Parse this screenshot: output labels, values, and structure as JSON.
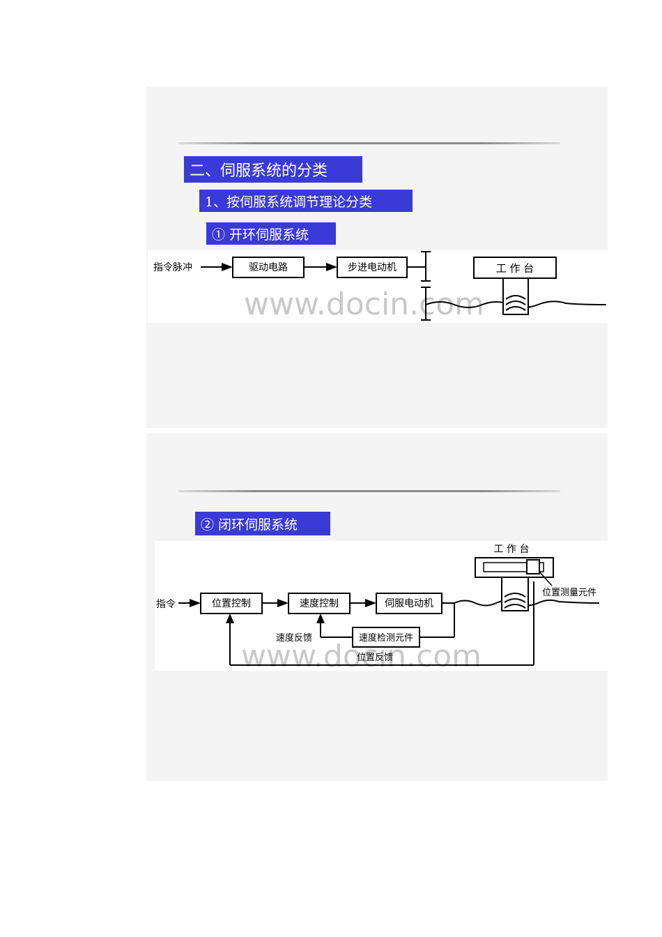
{
  "slide1": {
    "heading": "二、伺服系统的分类",
    "subheading": "1、按伺服系统调节理论分类",
    "section_label": "① 开环伺服系统",
    "diagram": {
      "input": "指令脉冲",
      "block1": "驱动电路",
      "block2": "步进电动机",
      "table": "工 作 台"
    }
  },
  "slide2": {
    "section_label": "② 闭环伺服系统",
    "diagram": {
      "input": "指令",
      "block1": "位置控制",
      "block2": "速度控制",
      "block3": "伺服电动机",
      "speed_sensor": "速度检测元件",
      "speed_feedback": "速度反馈",
      "position_feedback": "位置反馈",
      "table": "工 作 台",
      "position_sensor": "位置测量元件"
    }
  },
  "watermark": "www.docin.com",
  "colors": {
    "label_bg": "#3a3ad6",
    "label_text": "#ffffff",
    "slide_bg": "#f4f4f4"
  }
}
